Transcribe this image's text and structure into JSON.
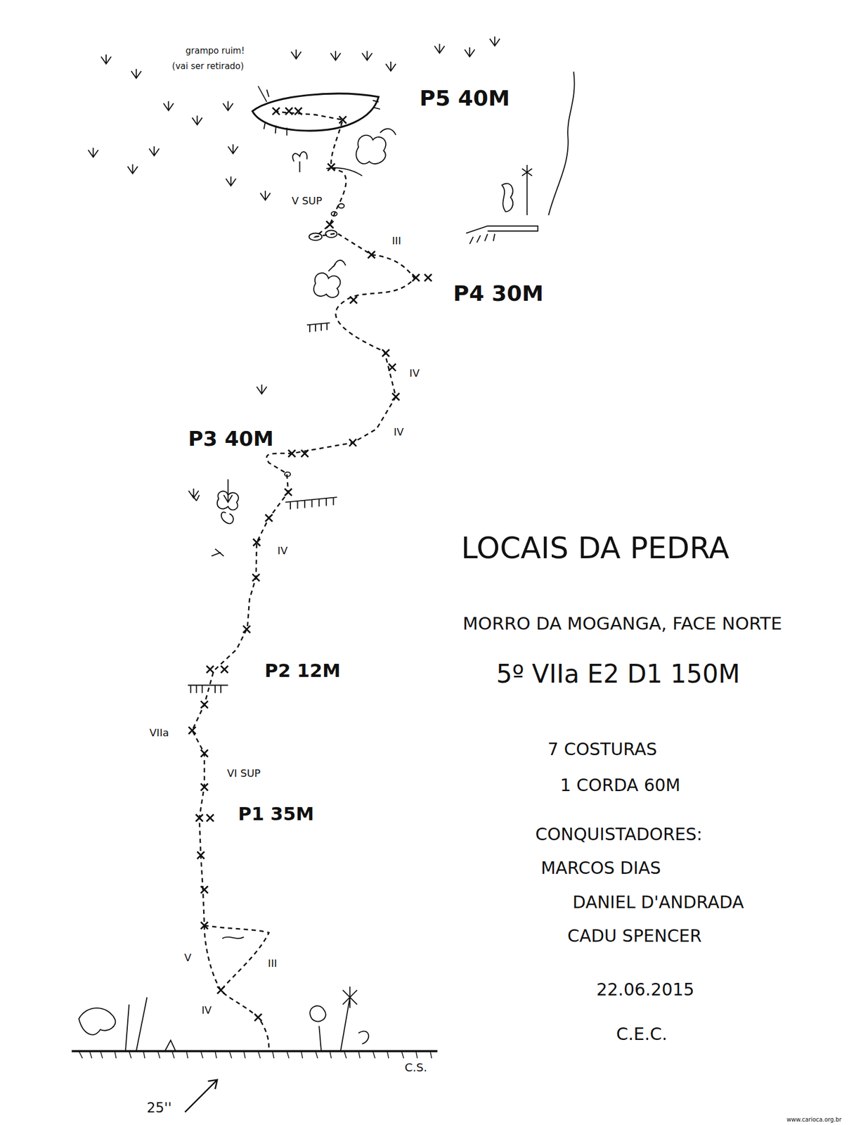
{
  "diagram": {
    "title": "LOCAIS DA PEDRA",
    "labels": [
      "grampo ruim!",
      "(vai ser retirado)",
      "P5 40M",
      "V SUP",
      "III",
      "P4 30M",
      "IV",
      "IV",
      "P3 40M",
      "IV",
      "P2 12M",
      "VIIa",
      "VI SUP",
      "P1 35M",
      "V",
      "III",
      "IV",
      "C.S.",
      "25''",
      "MORRO DA MOGANGA, FACE NORTE",
      "5º VIIa E2 D1 150M",
      "7 COSTURAS",
      "1 CORDA 60M",
      "CONQUISTADORES:",
      "MARCOS DIAS",
      "DANIEL D'ANDRADA",
      "CADU SPENCER",
      "22.06.2015",
      "C.E.C.",
      "www.carioca.org.br"
    ]
  }
}
